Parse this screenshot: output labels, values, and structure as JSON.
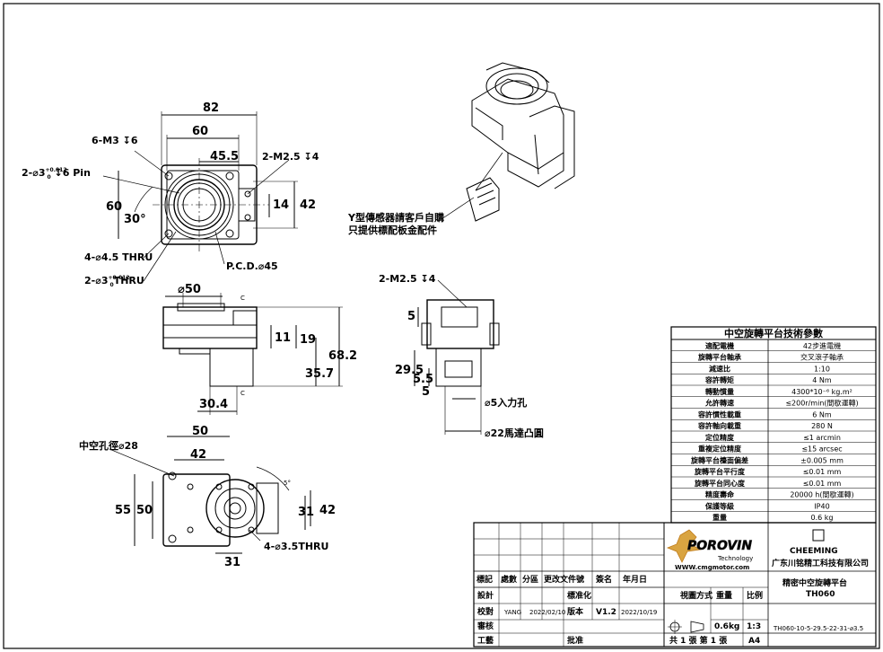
{
  "drawing": {
    "top_view": {
      "dims": [
        "82",
        "60",
        "45.5",
        "60",
        "42",
        "14",
        "30°"
      ],
      "callouts": {
        "holes_m3": "6-M3",
        "holes_m3_depth": "6",
        "pin": "2-⌀3",
        "pin_tol": "+0.012",
        "pin_tol2": "0",
        "pin_depth": "6 Pin",
        "m25": "2-M2.5",
        "m25_depth": "4",
        "thru45": "4-⌀4.5 THRU",
        "thru3": "2-⌀3",
        "thru3_tol": "+0.012",
        "thru3_tol2": "0",
        "thru3_suffix": "THRU",
        "pcd": "P.C.D.⌀45"
      }
    },
    "iso_note": [
      "Y型傳感器請客戶自購",
      "只提供標配板金配件"
    ],
    "front_view": {
      "dims": [
        "⌀50",
        "C",
        "C",
        "11",
        "19",
        "35.7",
        "68.2",
        "30.4"
      ]
    },
    "side_view": {
      "callout": "2-M2.5",
      "callout_depth": "4",
      "dims": [
        "5",
        "29.5",
        "5.5",
        "5"
      ],
      "notes": [
        "⌀5入力孔",
        "⌀22馬達凸圓"
      ]
    },
    "bottom_view": {
      "hollow": "中空孔徑⌀28",
      "dims": [
        "50",
        "42",
        "55",
        "50",
        "31",
        "42",
        "31",
        "5°"
      ],
      "thru": "4-⌀3.5THRU"
    }
  },
  "spec_table": {
    "title": "中空旋轉平台技術參數",
    "rows": [
      [
        "適配電機",
        "42步進電機"
      ],
      [
        "旋轉平台軸承",
        "交叉滾子軸承"
      ],
      [
        "減速比",
        "1:10"
      ],
      [
        "容許轉矩",
        "4 Nm"
      ],
      [
        "轉動慣量",
        "4300*10⁻⁶ kg.m²"
      ],
      [
        "允許轉速",
        "≤200r/min(間歇運轉)"
      ],
      [
        "容許慣性載重",
        "6 Nm"
      ],
      [
        "容許軸向載重",
        "280 N"
      ],
      [
        "定位精度",
        "≤1 arcmin"
      ],
      [
        "重複定位精度",
        "≤15 arcsec"
      ],
      [
        "旋轉平台檯面偏差",
        "±0.005 mm"
      ],
      [
        "旋轉平台平行度",
        "≤0.01 mm"
      ],
      [
        "旋轉平台同心度",
        "≤0.01 mm"
      ],
      [
        "精度壽命",
        "20000 h(間歇運轉)"
      ],
      [
        "保護等級",
        "IP40"
      ],
      [
        "重量",
        "0.6 kg"
      ]
    ]
  },
  "title_block": {
    "header": [
      "標記",
      "處數",
      "分區",
      "更改文件號",
      "簽名",
      "年月日"
    ],
    "rows": {
      "design": "設計",
      "standard": "標准化",
      "check": "校對",
      "check_name": "YANG",
      "check_date": "2022/02/10",
      "version_label": "版本",
      "version": "V1.2",
      "version_date": "2022/10/19",
      "review": "審核",
      "process": "工藝",
      "approve": "批准"
    },
    "brand": "POROVIN",
    "brand_sub": "Technology",
    "website": "WWW.cmgmotor.com",
    "logo_text": "CHEEMING",
    "company": "广东川铭精工科技有限公司",
    "product_title": "精密中空旋轉平台",
    "product_model": "TH060",
    "view_mode": "視圖方式",
    "weight_label": "重量",
    "scale_label": "比例",
    "weight": "0.6kg",
    "scale": "1:3",
    "sheets": "共 1 張  第 1 張",
    "paper": "A4",
    "part_no": "TH060-10-5-29.5-22-31-⌀3.5"
  }
}
